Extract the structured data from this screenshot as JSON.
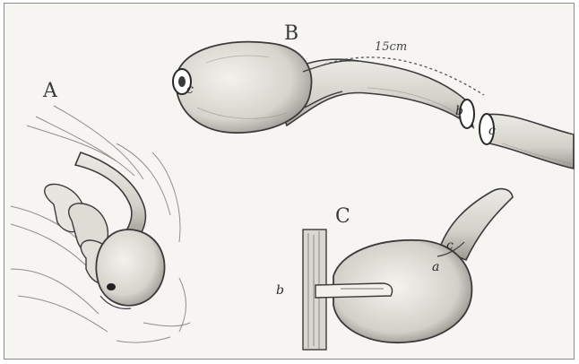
{
  "panels": {
    "a": {
      "label": "A"
    },
    "b": {
      "label": "B",
      "measurement": "15cm",
      "end_label_left": "c",
      "end_label_b": "b",
      "end_label_c": "c"
    },
    "c": {
      "label": "C",
      "label_b": "b",
      "label_c": "c",
      "label_a": "a"
    }
  },
  "colors": {
    "background": "#f6f5f2",
    "ink": "#3a3a3a",
    "shade": "#b9b7b0"
  }
}
